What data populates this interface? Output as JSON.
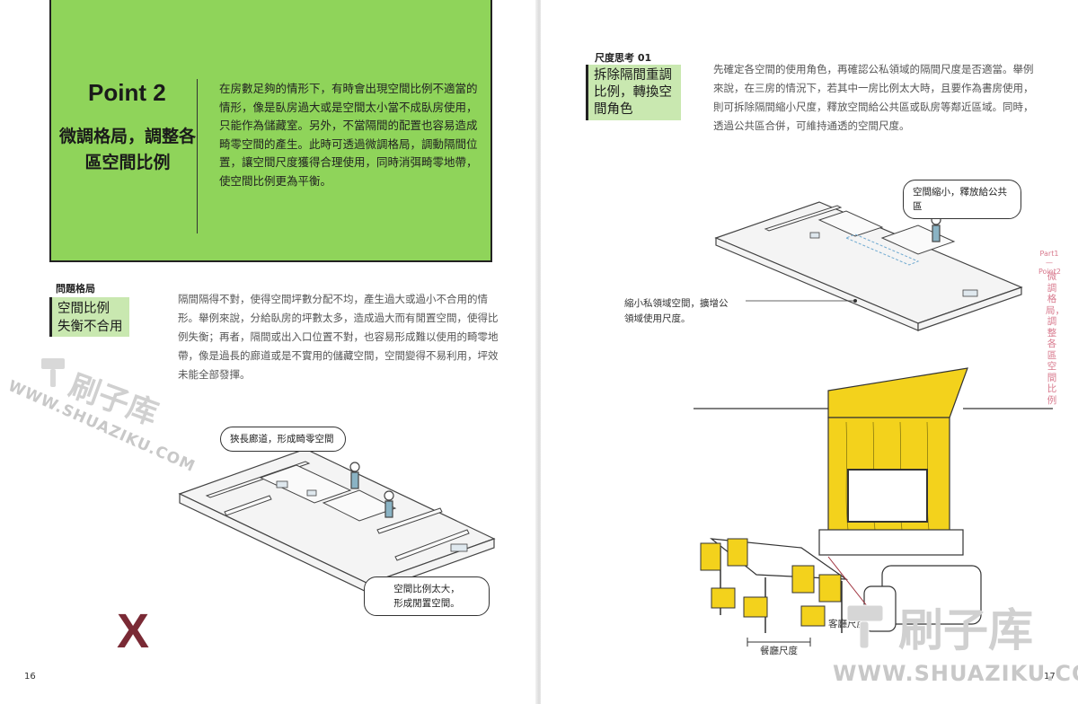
{
  "left": {
    "point": {
      "number": "Point 2",
      "title": "微調格局，調整各區空間比例",
      "text": "在房數足夠的情形下，有時會出現空間比例不適當的情形，像是臥房過大或是空間太小當不成臥房使用，只能作為儲藏室。另外，不當隔間的配置也容易造成畸零空間的產生。此時可透過微調格局，調動隔間位置，讓空間尺度獲得合理使用，同時消弭畸零地帶，使空間比例更為平衡。"
    },
    "problem": {
      "label": "問題格局",
      "tag_line1": "空間比例",
      "tag_line2": "失衡不合用",
      "text": "隔間隔得不對，使得空間坪數分配不均，產生過大或過小不合用的情形。舉例來說，分給臥房的坪數太多，造成過大而有閒置空間，使得比例失衡；再者，隔間或出入口位置不對，也容易形成難以使用的畸零地帶，像是過長的廊道或是不實用的儲藏空間，空間變得不易利用，坪效未能全部發揮。"
    },
    "bubble_top": "狹長廊道，形成畸零空間",
    "bubble_bottom_1": "空間比例太大，",
    "bubble_bottom_2": "形成閒置空間。",
    "x_mark": "X",
    "page_number": "16"
  },
  "right": {
    "consider": {
      "label": "尺度思考 01",
      "tag_line1": "拆除隔間重調",
      "tag_line2": "比例，轉換空",
      "tag_line3": "間角色",
      "text": "先確定各空間的使用角色，再確認公私領域的隔間尺度是否適當。舉例來說，在三房的情況下，若其中一房比例太大時，且要作為書房使用，則可拆除隔間縮小尺度，釋放空間給公共區或臥房等鄰近區域。同時，透過公共區合併，可維持通透的空間尺度。"
    },
    "bubble": "空間縮小，釋放給公共區",
    "caption_plan_1": "縮小私領域空間，擴增公",
    "caption_plan_2": "領域使用尺度。",
    "caption_living": "客廳尺度",
    "caption_dining": "餐廳尺度",
    "side_nav_top": "Part1",
    "side_nav_dash": "—",
    "side_nav_bottom": "Point2",
    "side_vertical": "微調格局，調整各區空間比例",
    "page_number": "17"
  },
  "watermark": {
    "cn": "刷子库",
    "url": "WWW.SHUAZIKU.COM"
  },
  "colors": {
    "point_green": "#8fd45a",
    "tag_green": "#c9e8b0",
    "accent_yellow": "#f3d21c",
    "x_mark": "#7a2a35",
    "side_nav_pink": "#d87a8e"
  }
}
